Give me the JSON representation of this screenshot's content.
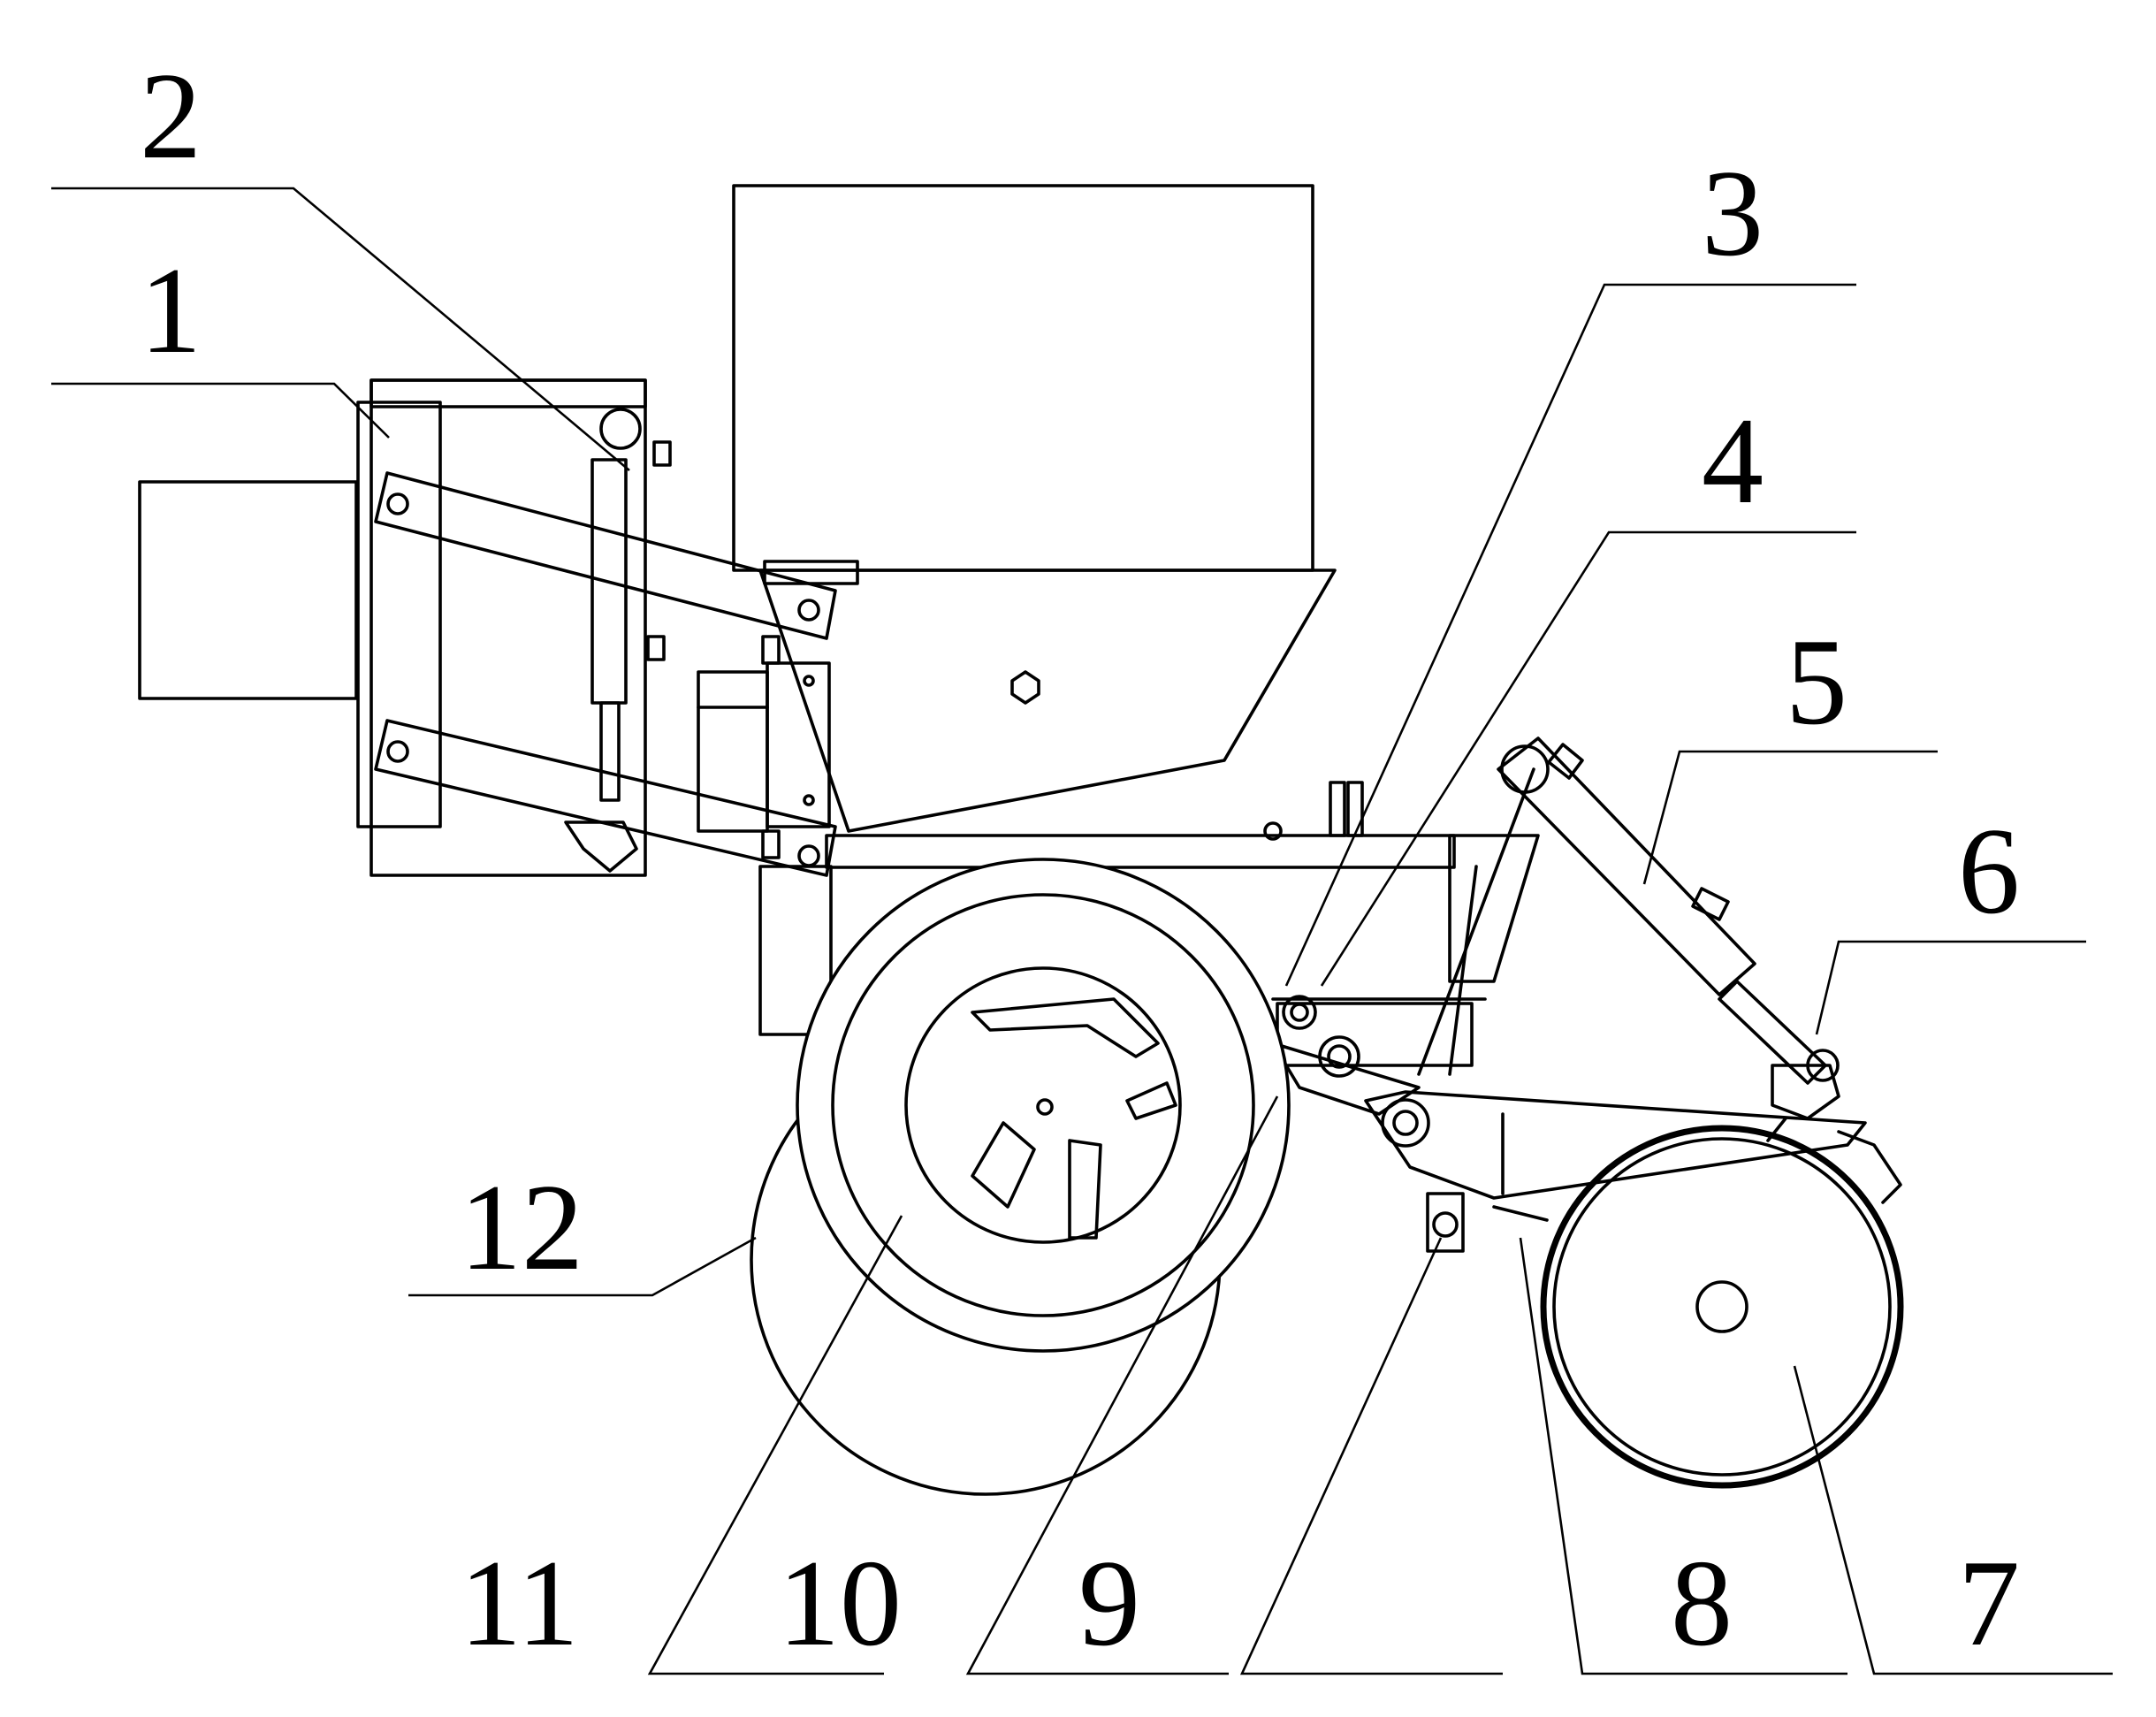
{
  "labels": {
    "l1": "1",
    "l2": "2",
    "l3": "3",
    "l4": "4",
    "l5": "5",
    "l6": "6",
    "l7": "7",
    "l8": "8",
    "l9": "9",
    "l10": "10",
    "l11": "11",
    "l12": "12"
  },
  "colors": {
    "ink": "#000000",
    "paper": "#ffffff"
  }
}
